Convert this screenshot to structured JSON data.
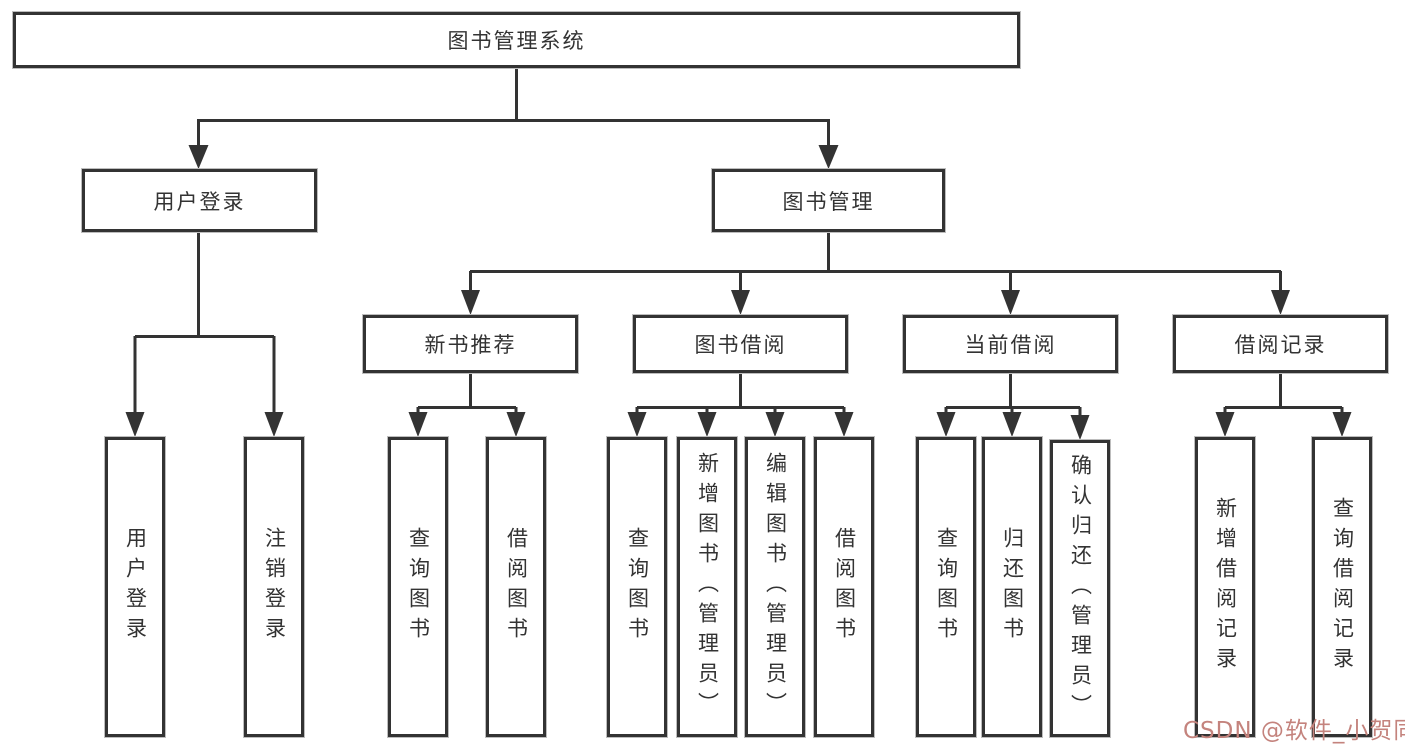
{
  "diagram": {
    "root_label": "图书管理系统",
    "branches": [
      {
        "label": "用户登录",
        "leaves": [
          "用户登录",
          "注销登录"
        ]
      },
      {
        "label": "图书管理",
        "sections": [
          {
            "label": "新书推荐",
            "leaves": [
              "查询图书",
              "借阅图书"
            ]
          },
          {
            "label": "图书借阅",
            "leaves": [
              "查询图书",
              "新增图书（管理员）",
              "编辑图书（管理员）",
              "借阅图书"
            ]
          },
          {
            "label": "当前借阅",
            "leaves": [
              "查询图书",
              "归还图书",
              "确认归还（管理员）"
            ]
          },
          {
            "label": "借阅记录",
            "leaves": [
              "新增借阅记录",
              "查询借阅记录"
            ]
          }
        ]
      }
    ]
  },
  "watermark": {
    "text": "CSDN @软件_小贺同学"
  },
  "colors": {
    "background": "#ffffff",
    "line": "#333333",
    "border": "#333333",
    "text": "#333333",
    "watermark": "#c4837d"
  }
}
